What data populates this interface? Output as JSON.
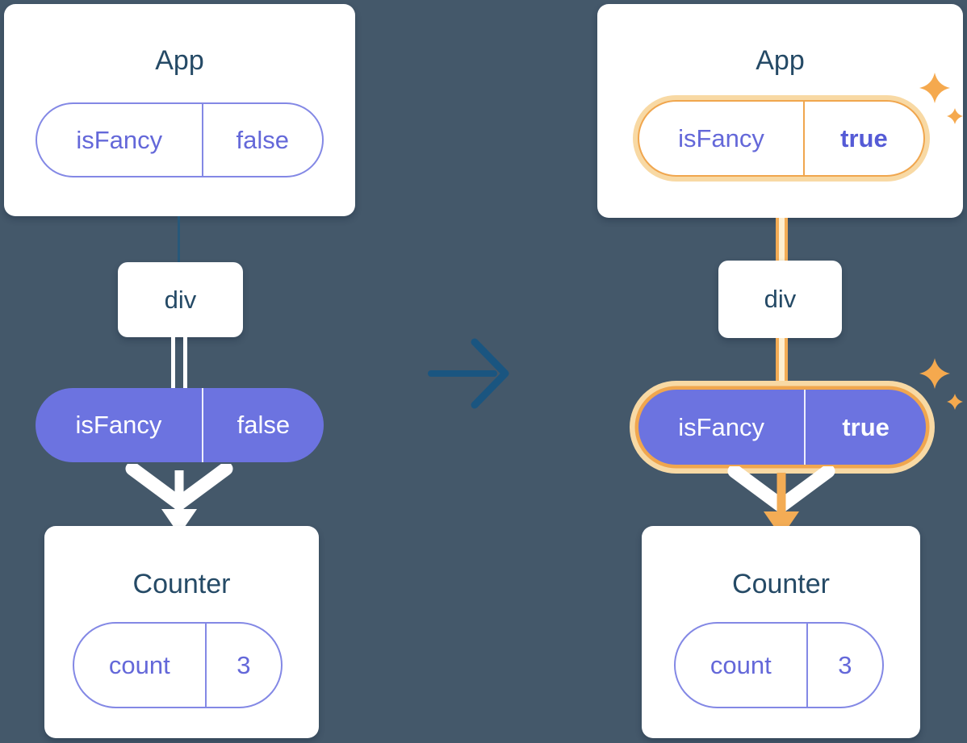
{
  "colors": {
    "background": "#44586a",
    "card": "#ffffff",
    "title_text": "#254a66",
    "purple_fill": "#6c73e0",
    "purple_text": "#6468d9",
    "highlight_orange": "#f0a64e",
    "highlight_glow": "#f8d9a4",
    "transition_arrow_blue": "#1a5580"
  },
  "icons": {
    "sparkle": "✦"
  },
  "before": {
    "app": {
      "title": "App",
      "prop": {
        "name": "isFancy",
        "value": "false"
      }
    },
    "div": {
      "label": "div"
    },
    "passed_prop": {
      "name": "isFancy",
      "value": "false"
    },
    "counter": {
      "title": "Counter",
      "state": {
        "name": "count",
        "value": "3"
      }
    }
  },
  "after": {
    "app": {
      "title": "App",
      "prop": {
        "name": "isFancy",
        "value": "true"
      }
    },
    "div": {
      "label": "div"
    },
    "passed_prop": {
      "name": "isFancy",
      "value": "true"
    },
    "counter": {
      "title": "Counter",
      "state": {
        "name": "count",
        "value": "3"
      }
    }
  }
}
